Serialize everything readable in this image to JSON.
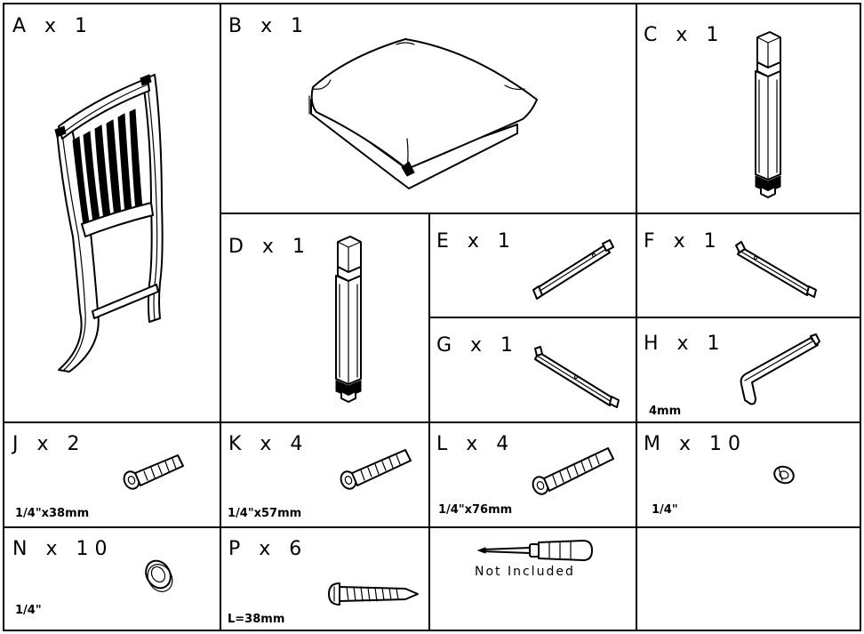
{
  "parts": [
    {
      "id": "A",
      "label": "A x 1"
    },
    {
      "id": "B",
      "label": "B x 1"
    },
    {
      "id": "C",
      "label": "C x 1"
    },
    {
      "id": "D",
      "label": "D x 1"
    },
    {
      "id": "E",
      "label": "E x 1"
    },
    {
      "id": "F",
      "label": "F x 1"
    },
    {
      "id": "G",
      "label": "G x 1"
    },
    {
      "id": "H",
      "label": "H x 1",
      "spec": "4mm"
    },
    {
      "id": "J",
      "label": "J x 2",
      "spec": "1/4\"x38mm"
    },
    {
      "id": "K",
      "label": "K x 4",
      "spec": "1/4\"x57mm"
    },
    {
      "id": "L",
      "label": "L x 4",
      "spec": "1/4\"x76mm"
    },
    {
      "id": "M",
      "label": "M x 10",
      "spec": "1/4\""
    },
    {
      "id": "N",
      "label": "N x 10",
      "spec": "1/4\""
    },
    {
      "id": "P",
      "label": "P x 6",
      "spec": "L=38mm"
    }
  ],
  "tool": {
    "note": "Not Included",
    "icon": "screwdriver-icon"
  }
}
